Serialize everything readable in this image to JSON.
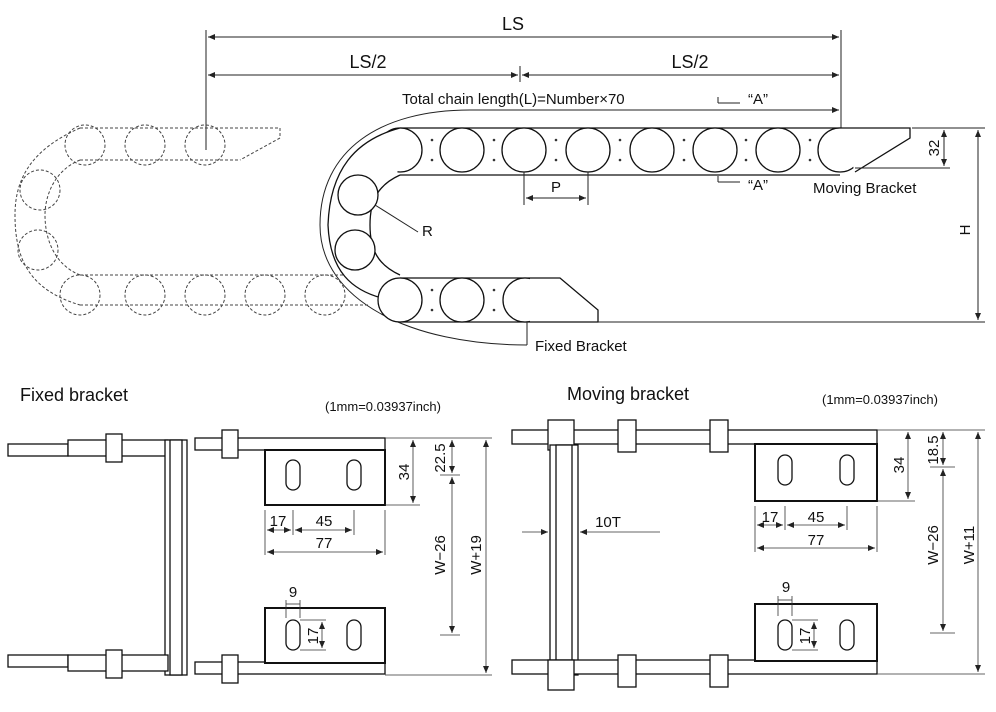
{
  "top_diagram": {
    "ls": "LS",
    "ls_half_left": "LS/2",
    "ls_half_right": "LS/2",
    "total_chain": "Total chain length(L)=Number×70",
    "section_a_top": "“A”",
    "section_a_bottom": "“A”",
    "pitch": "P",
    "radius": "R",
    "moving_bracket": "Moving Bracket",
    "fixed_bracket": "Fixed Bracket",
    "height": "H",
    "bracket_height": "32"
  },
  "fixed_bracket": {
    "title": "Fixed bracket",
    "conversion": "(1mm=0.03937inch)",
    "dim_34": "34",
    "dim_22_5": "22.5",
    "dim_17": "17",
    "dim_45": "45",
    "dim_77": "77",
    "dim_w26": "W−26",
    "dim_w19": "W+19",
    "dim_9": "9",
    "dim_17_slot": "17"
  },
  "moving_bracket": {
    "title": "Moving bracket",
    "conversion": "(1mm=0.03937inch)",
    "dim_10t": "10T",
    "dim_34": "34",
    "dim_18_5": "18.5",
    "dim_17": "17",
    "dim_45": "45",
    "dim_77": "77",
    "dim_w26": "W−26",
    "dim_w11": "W+11",
    "dim_9": "9",
    "dim_17_slot": "17"
  }
}
